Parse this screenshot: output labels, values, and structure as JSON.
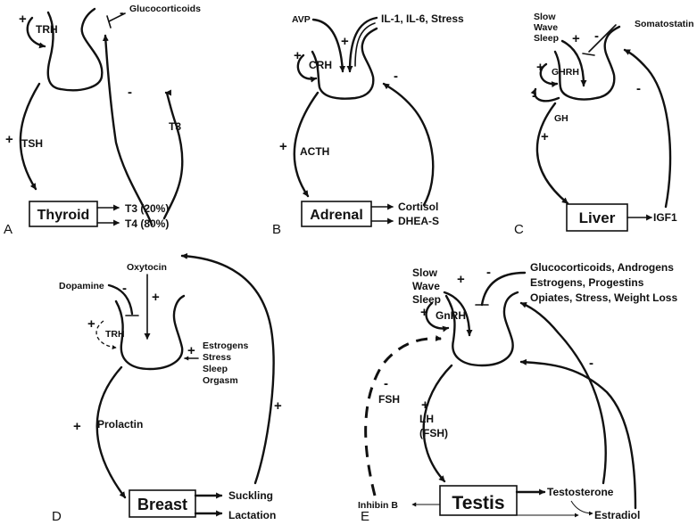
{
  "panels": {
    "A": {
      "letter": "A",
      "box": "Thyroid",
      "outputs": [
        "T3 (20%)",
        "T4 (80%)"
      ],
      "hypothalamic": "TRH",
      "pituitary": "TSH",
      "feedback": "T3",
      "inhibitor": "Glucocorticoids",
      "signs": {
        "trh": "+",
        "tsh": "+",
        "feedback": "-",
        "inhibitor": "-"
      }
    },
    "B": {
      "letter": "B",
      "box": "Adrenal",
      "outputs": [
        "Cortisol",
        "DHEA-S"
      ],
      "hypothalamic": "CRH",
      "pituitary": "ACTH",
      "stim1": "AVP",
      "stim2": "IL-1, IL-6, Stress",
      "signs": {
        "crh": "+",
        "acth": "+",
        "stim": "+",
        "feedback": "-"
      }
    },
    "C": {
      "letter": "C",
      "box": "Liver",
      "output": "IGF1",
      "hypothalamic": "GHRH",
      "pituitary": "GH",
      "stim": "Slow\nWave\nSleep",
      "inhibitor": "Somatostatin",
      "signs": {
        "ghrh": "+",
        "gh": "+",
        "short": "-",
        "stim": "+",
        "inhibitor": "-",
        "feedback": "-"
      }
    },
    "D": {
      "letter": "D",
      "box": "Breast",
      "outputs": [
        "Suckling",
        "Lactation"
      ],
      "hypothalamic": "TRH",
      "pituitary": "Prolactin",
      "inhibitor": "Dopamine",
      "stim": "Oxytocin",
      "side": "Estrogens\nStress\nSleep\nOrgasm",
      "signs": {
        "trh": "+",
        "prolactin": "+",
        "inhibitor": "-",
        "stim": "+",
        "side": "+",
        "feedback": "+"
      }
    },
    "E": {
      "letter": "E",
      "box": "Testis",
      "outputs": [
        "Testosterone",
        "Estradiol"
      ],
      "inhibin": "Inhibin B",
      "hypothalamic": "GnRH",
      "pituitary": "LH\n(FSH)",
      "fsh": "FSH",
      "stim": "Slow\nWave\nSleep",
      "inhibitors": "Glucocorticoids, Androgens\nEstrogens, Progestins\nOpiates, Stress, Weight Loss",
      "signs": {
        "gnrh": "+",
        "lh": "+",
        "fsh": "-",
        "stim": "+",
        "inhibitor": "-",
        "feedback": "-"
      }
    }
  }
}
